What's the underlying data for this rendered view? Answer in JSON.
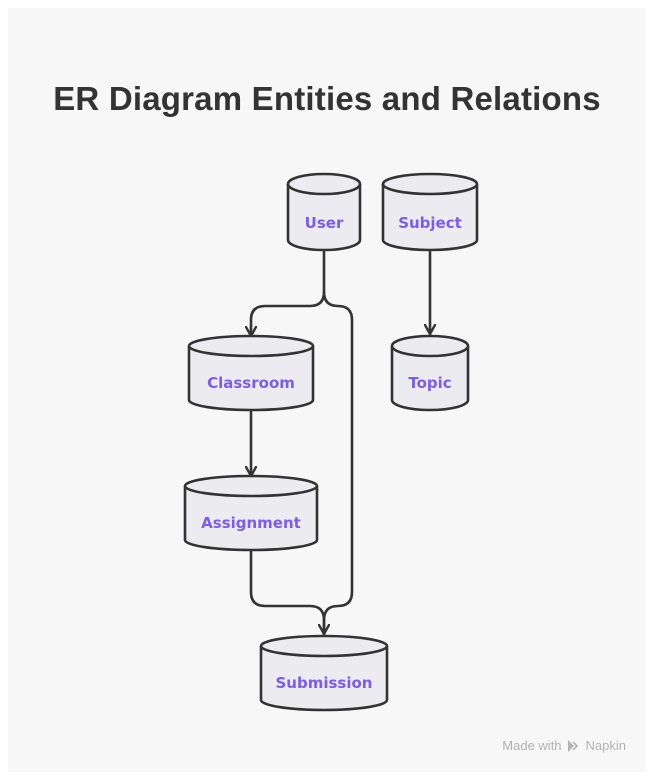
{
  "title": "ER Diagram Entities and Relations",
  "entities": [
    {
      "id": "user",
      "label": "User"
    },
    {
      "id": "subject",
      "label": "Subject"
    },
    {
      "id": "classroom",
      "label": "Classroom"
    },
    {
      "id": "topic",
      "label": "Topic"
    },
    {
      "id": "assignment",
      "label": "Assignment"
    },
    {
      "id": "submission",
      "label": "Submission"
    }
  ],
  "relations": [
    {
      "from": "User",
      "to": "Classroom"
    },
    {
      "from": "User",
      "to": "Submission"
    },
    {
      "from": "Subject",
      "to": "Topic"
    },
    {
      "from": "Classroom",
      "to": "Assignment"
    },
    {
      "from": "Assignment",
      "to": "Submission"
    }
  ],
  "footer": {
    "made_with": "Made with",
    "brand": "Napkin"
  },
  "colors": {
    "label": "#7a5cf0",
    "stroke": "#333333",
    "fill": "#ececf0",
    "background": "#f7f7f7"
  }
}
